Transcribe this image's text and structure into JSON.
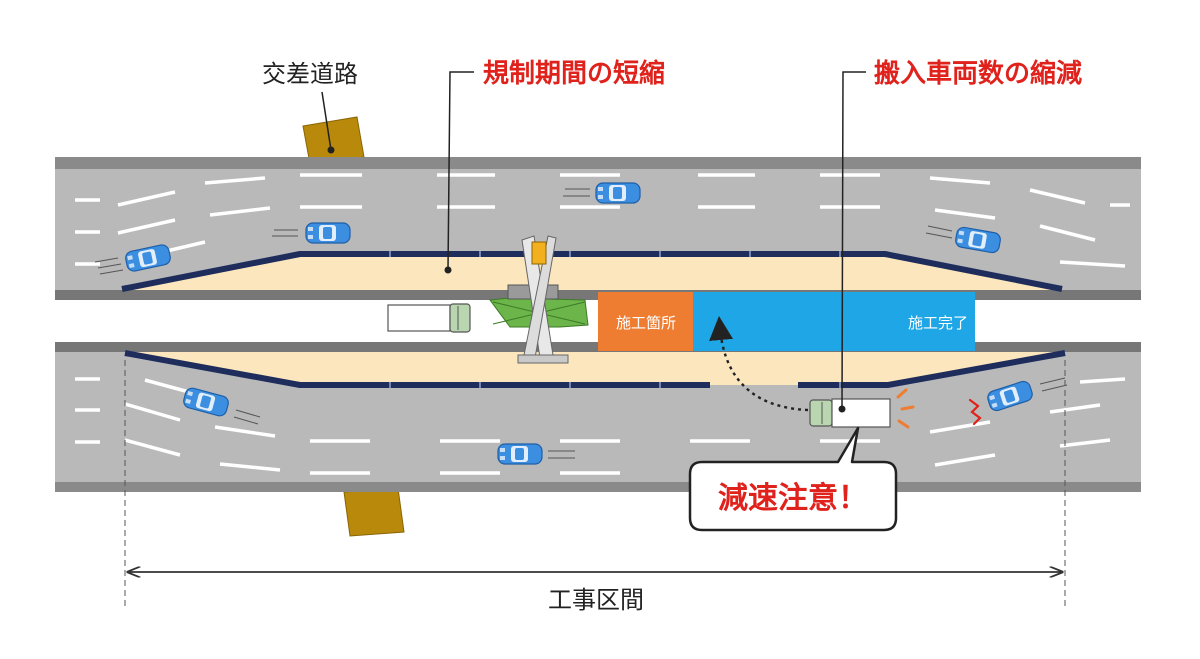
{
  "labels": {
    "crossroad": "交差道路",
    "shorter_period": "規制期間の短縮",
    "fewer_vehicles": "搬入車両数の縮減",
    "under_construction": "施工箇所",
    "completed": "施工完了",
    "slow_down": "減速注意！",
    "work_section": "工事区間"
  },
  "colors": {
    "road": "#b9b9b9",
    "road_edge": "#8a8a8a",
    "median": "#666666",
    "work_zone": "#fbe6be",
    "barrier": "#1f2d5c",
    "crossroad": "#b8890a",
    "under_construction": "#ee7d31",
    "completed": "#1ea6e6",
    "callout_red": "#e0221c",
    "car_blue": "#3c8fe0"
  },
  "icons": [
    "car-icon",
    "truck-icon",
    "crane-icon",
    "warning-burst-icon",
    "dimension-arrow-icon"
  ]
}
